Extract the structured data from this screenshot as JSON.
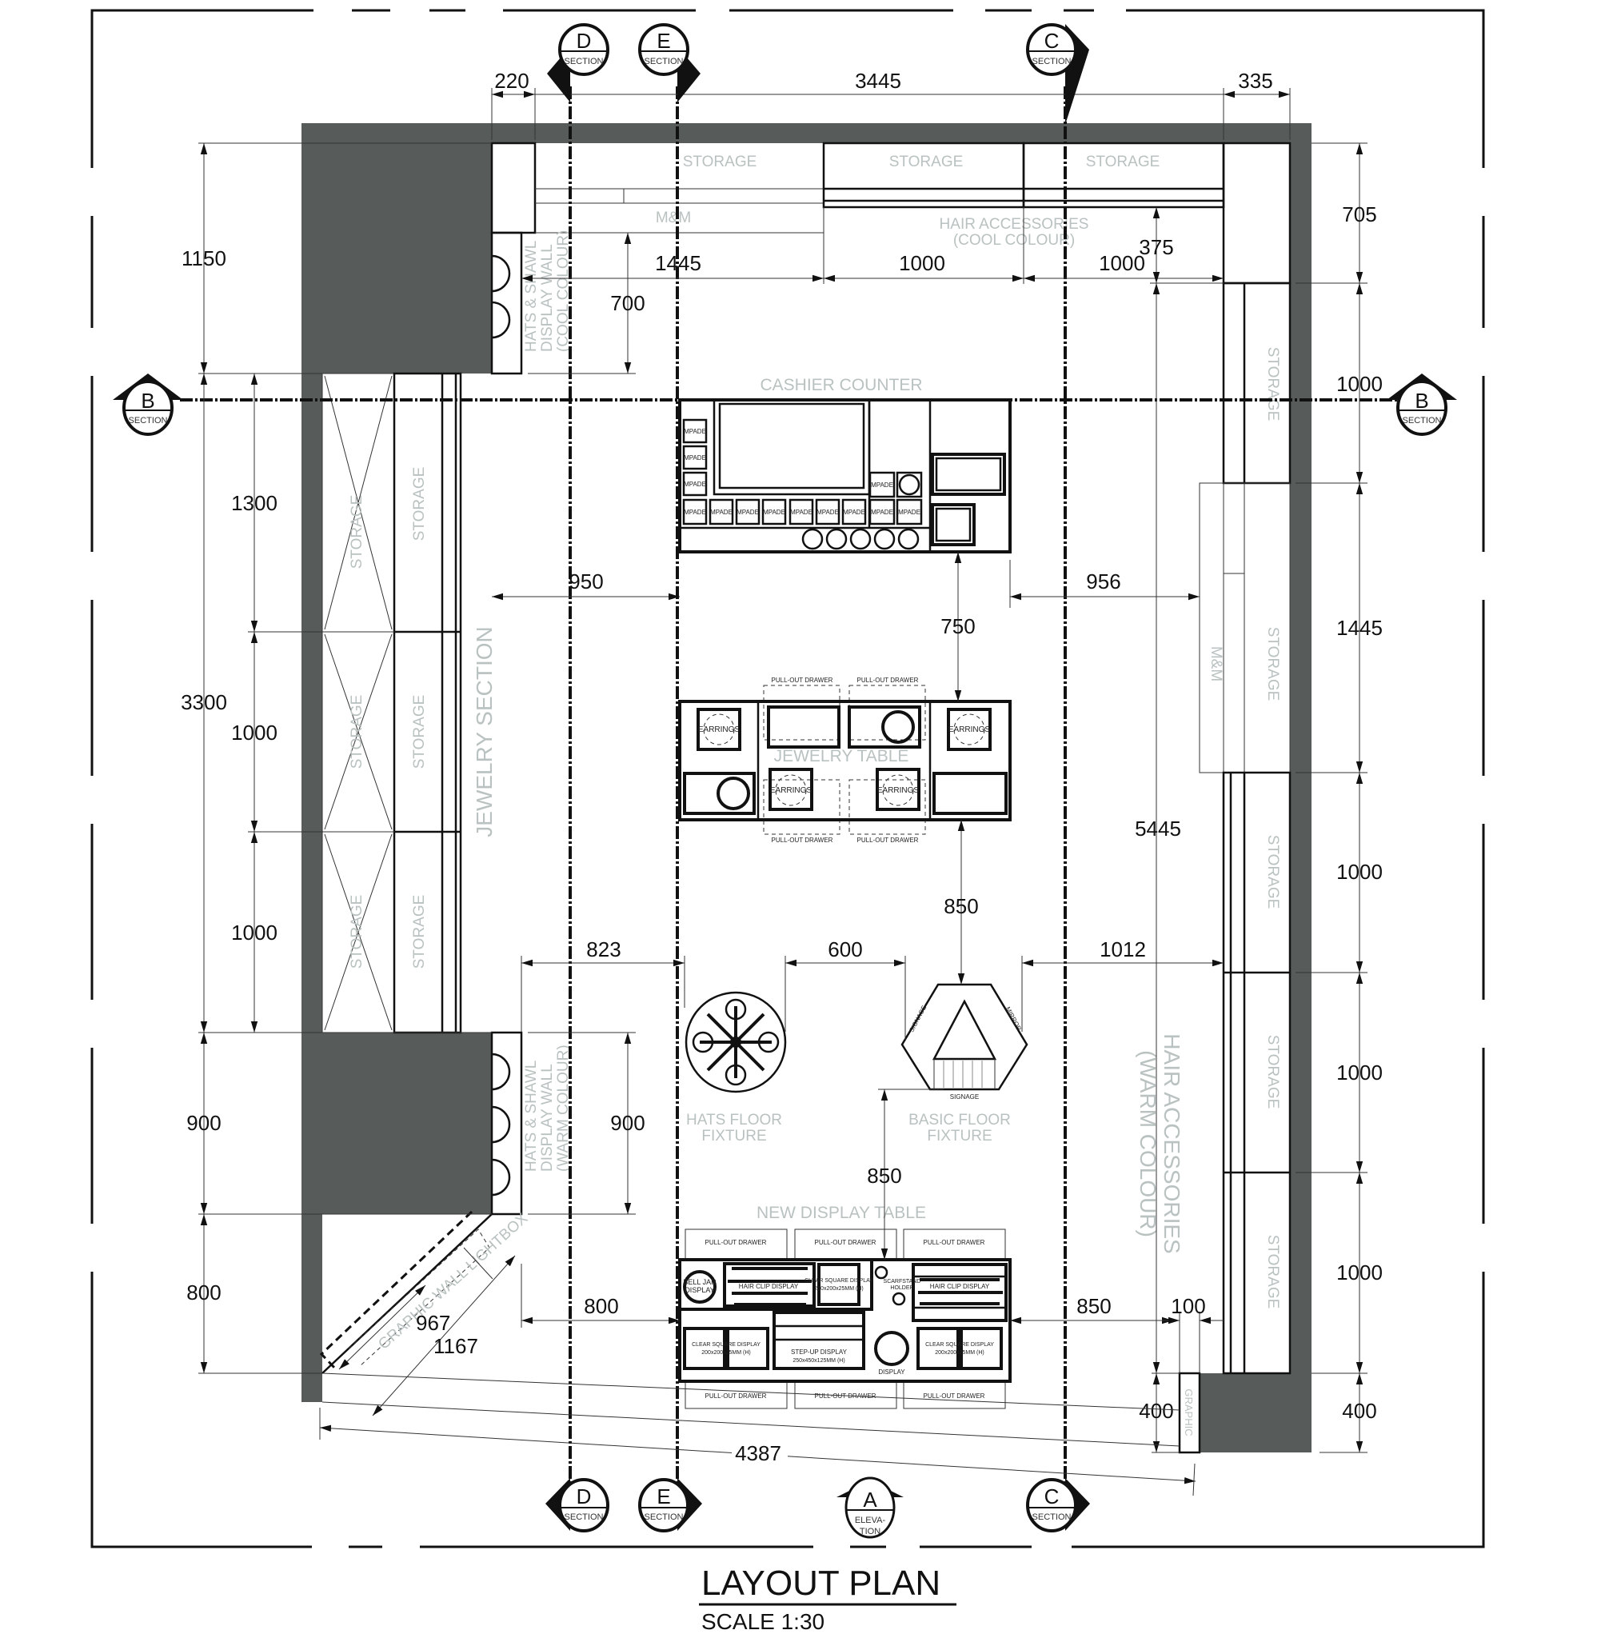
{
  "drawing": {
    "title": "LAYOUT PLAN",
    "scale": "SCALE 1:30",
    "colors": {
      "wall": "#575c5a",
      "label_text": "#b9c2c0",
      "line": "#111111"
    }
  },
  "markers": {
    "section_d": {
      "letter": "D",
      "type": "SECTION"
    },
    "section_e": {
      "letter": "E",
      "type": "SECTION"
    },
    "section_c": {
      "letter": "C",
      "type": "SECTION"
    },
    "section_b": {
      "letter": "B",
      "type": "SECTION"
    },
    "elevation_a": {
      "letter": "A",
      "type_line1": "ELEVA-",
      "type_line2": "TION"
    }
  },
  "zones": {
    "storage": "STORAGE",
    "mm": "M&M",
    "cashier_counter": "CASHIER COUNTER",
    "jewelry_section": "JEWELRY SECTION",
    "jewelry_table": "JEWELRY TABLE",
    "hair_acc_cool_1": "HAIR ACCESSORIES",
    "hair_acc_cool_2": "(COOL COLOUR)",
    "hair_acc_warm_1": "HAIR ACCESSORIES",
    "hair_acc_warm_2": "(WARM COLOUR)",
    "hats_wall_cool_1": "HATS & SHAWL",
    "hats_wall_cool_2": "DISPLAY WALL",
    "hats_wall_cool_3": "(COOL COLOUR)",
    "hats_wall_warm_1": "HATS & SHAWL",
    "hats_wall_warm_2": "DISPLAY WALL",
    "hats_wall_warm_3": "(WARM COLOUR)",
    "hats_fixture_1": "HATS FLOOR",
    "hats_fixture_2": "FIXTURE",
    "basic_fixture_1": "BASIC FLOOR",
    "basic_fixture_2": "FIXTURE",
    "new_display_table": "NEW DISPLAY TABLE",
    "lightbox": "GRAPHIC WALL LIGHTBOX",
    "graphic": "GRAPHIC"
  },
  "fixture_labels": {
    "earrings": "EARRINGS",
    "pull_out_drawer": "PULL-OUT DRAWER",
    "signage": "SIGNAGE",
    "mirror": "MIRROR",
    "bell_jar_1": "BELL JAR",
    "bell_jar_2": "DISPLAY",
    "hair_clip": "HAIR CLIP DISPLAY",
    "clear_square_1": "CLEAR SQUARE DISPLAY",
    "clear_square_2": "200x200x25MM (H)",
    "step_up_1": "STEP-UP DISPLAY",
    "step_up_2": "250x450x125MM (H)",
    "scarf_stand_1": "SCARFSTAND",
    "scarf_stand_2": "HOLDER",
    "display": "DISPLAY",
    "cashier_cell": "MPADE"
  },
  "dimensions": {
    "top_220": "220",
    "top_3445": "3445",
    "top_335": "335",
    "left_1150": "1150",
    "left_3300": "3300",
    "left_1300": "1300",
    "left_1000a": "1000",
    "left_1000b": "1000",
    "left_900": "900",
    "left_800": "800",
    "inner_1445": "1445",
    "inner_1000a": "1000",
    "inner_1000b": "1000",
    "inner_375": "375",
    "inner_700": "700",
    "inner_950": "950",
    "inner_956": "956",
    "inner_750": "750",
    "inner_850a": "850",
    "inner_823": "823",
    "inner_600": "600",
    "inner_1012": "1012",
    "inner_900": "900",
    "inner_850b": "850",
    "inner_800": "800",
    "inner_850c": "850",
    "inner_100": "100",
    "inner_5445": "5445",
    "inner_400": "400",
    "diag_967": "967",
    "diag_1167": "1167",
    "bottom_4387": "4387",
    "right_705": "705",
    "right_1000a": "1000",
    "right_1445": "1445",
    "right_1000b": "1000",
    "right_1000c": "1000",
    "right_1000d": "1000",
    "right_400": "400"
  }
}
